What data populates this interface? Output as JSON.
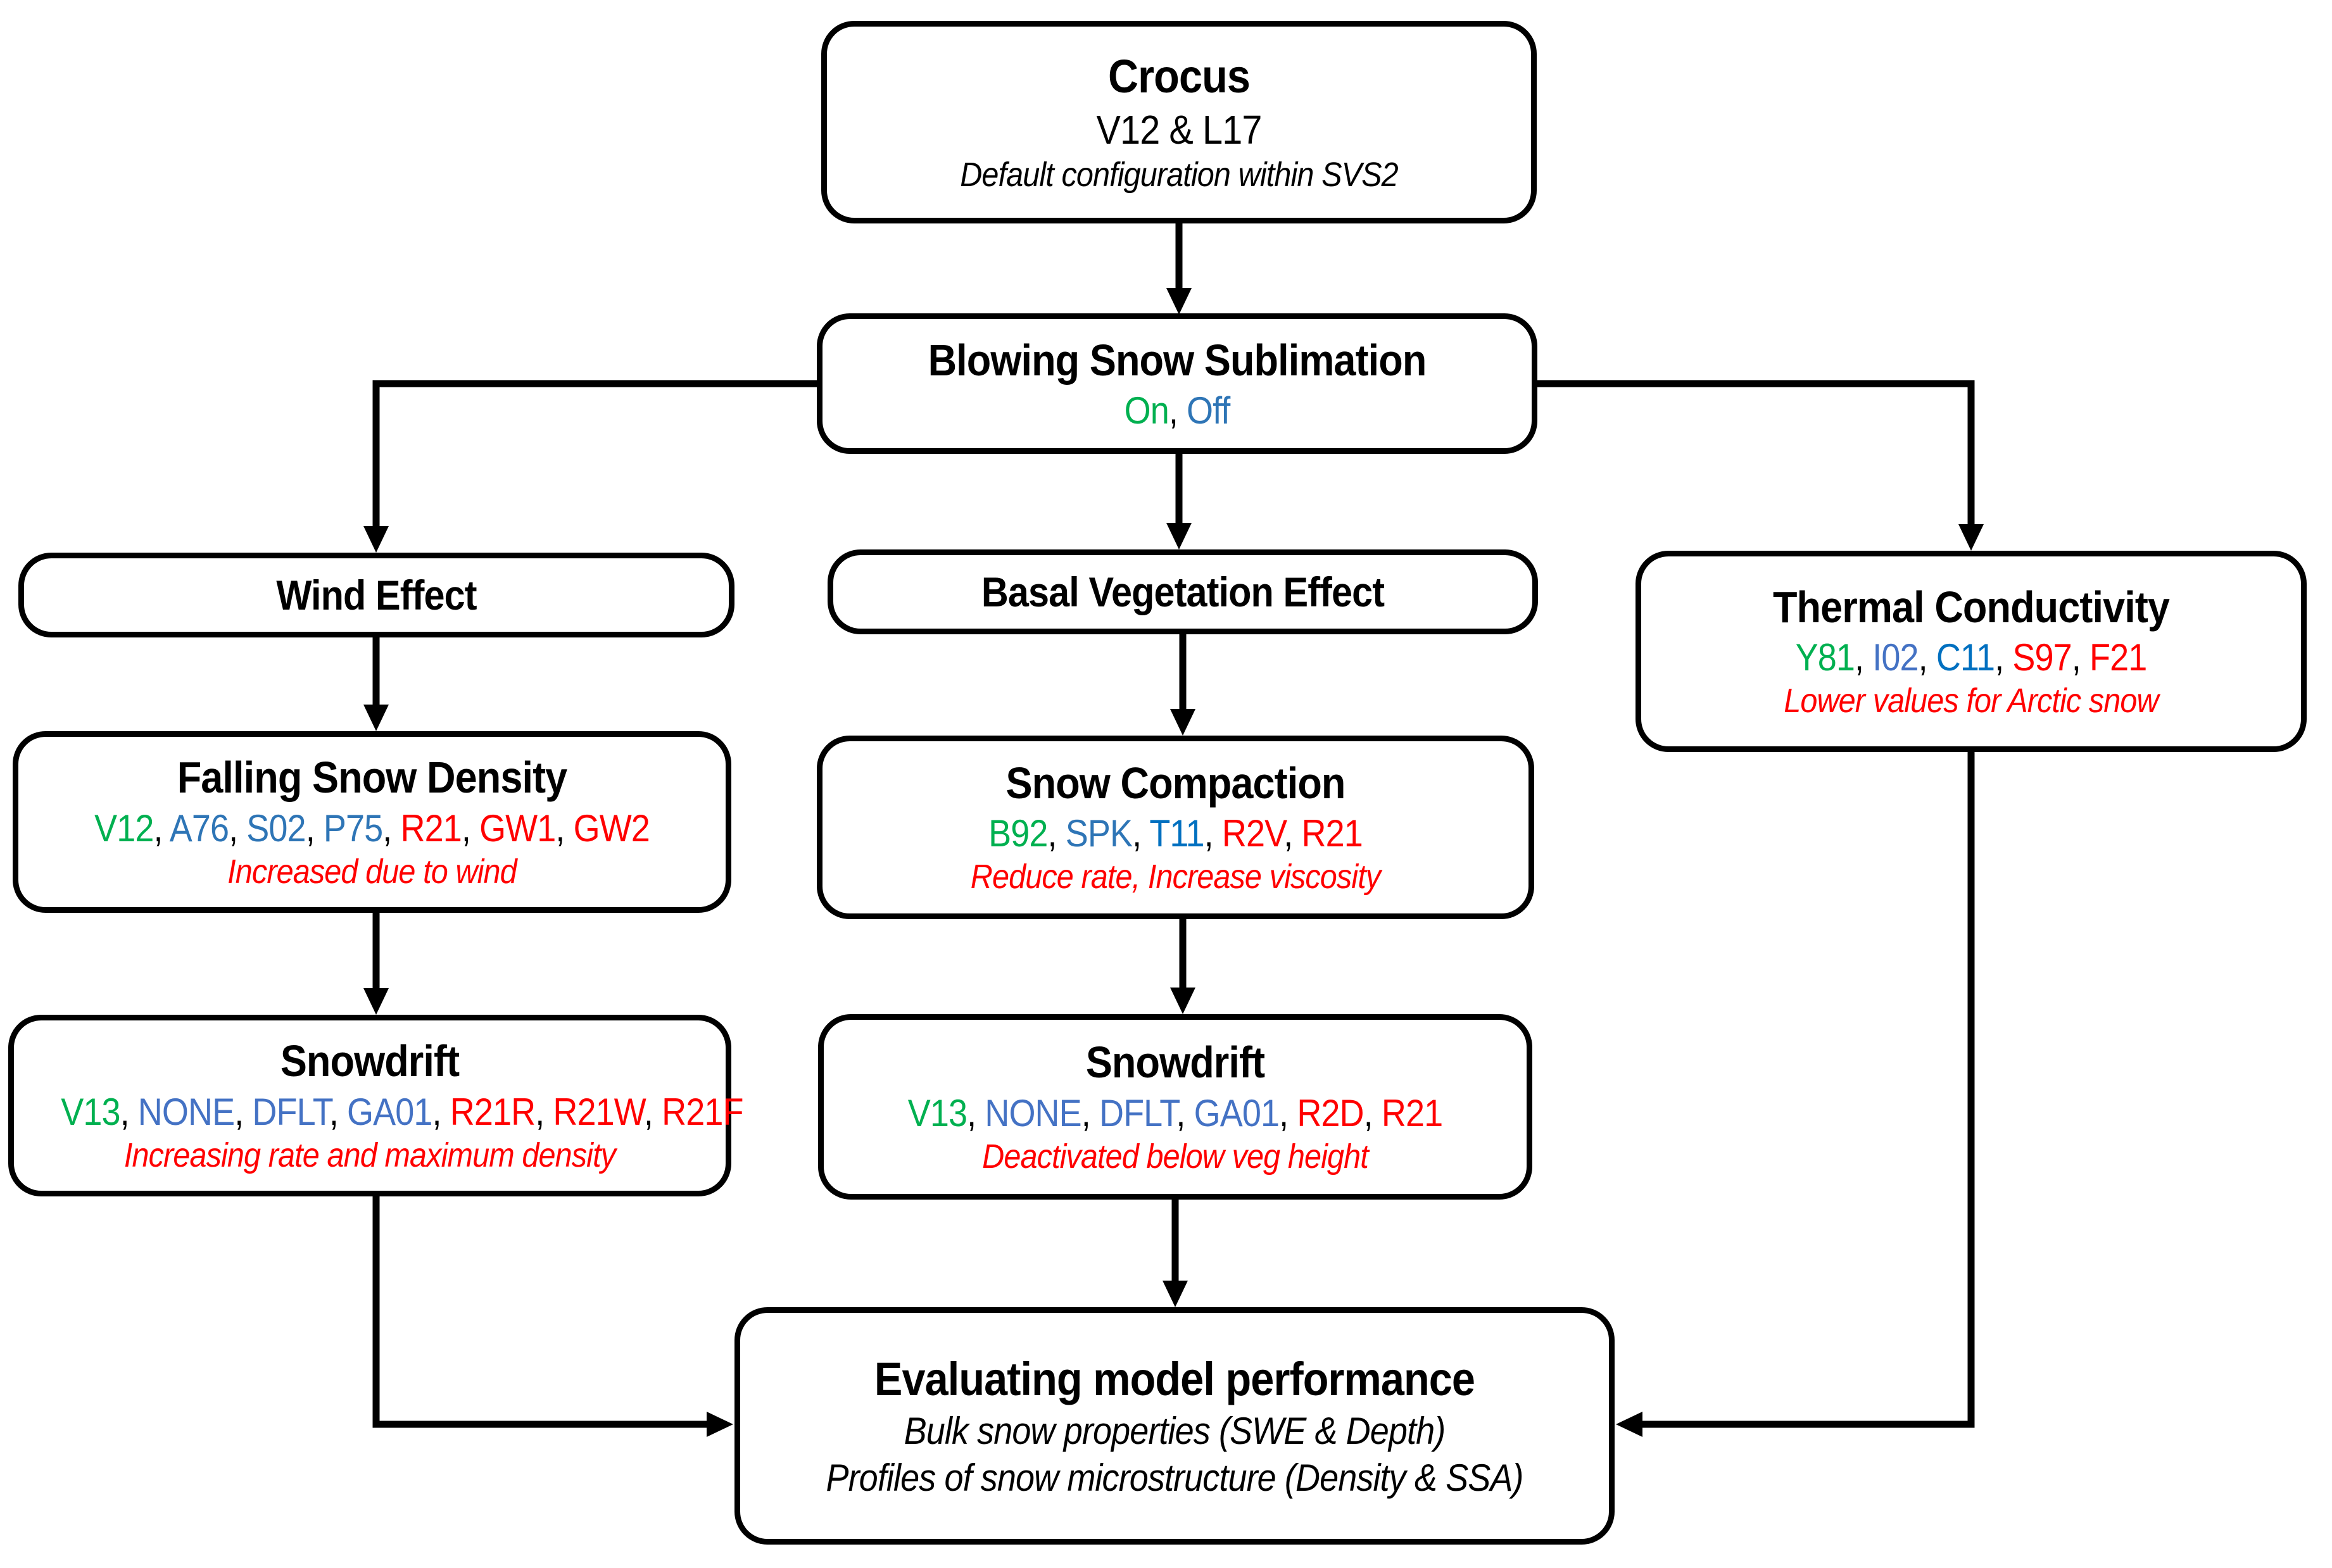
{
  "colors": {
    "green": "#00B050",
    "blue": "#2E75B6",
    "blue_light": "#4472C4",
    "blue_bright": "#0070C0",
    "red": "#FF0000",
    "black": "#000000"
  },
  "nodes": {
    "crocus": {
      "title": "Crocus",
      "subtitle": "V12 & L17",
      "caption": "Default configuration within SVS2"
    },
    "blowing_snow_sublimation": {
      "title": "Blowing Snow Sublimation",
      "options": [
        {
          "text": "On",
          "color": "green"
        },
        {
          "text": "Off",
          "color": "blue"
        }
      ]
    },
    "wind_effect": {
      "title": "Wind Effect"
    },
    "basal_vegetation_effect": {
      "title": "Basal Vegetation Effect"
    },
    "thermal_conductivity": {
      "title": "Thermal Conductivity",
      "options": [
        {
          "text": "Y81",
          "color": "green"
        },
        {
          "text": "I02",
          "color": "blue_light"
        },
        {
          "text": "C11",
          "color": "blue_bright"
        },
        {
          "text": "S97",
          "color": "red"
        },
        {
          "text": "F21",
          "color": "red"
        }
      ],
      "caption": "Lower values for Arctic snow"
    },
    "falling_snow_density": {
      "title": "Falling Snow Density",
      "options": [
        {
          "text": "V12",
          "color": "green"
        },
        {
          "text": "A76",
          "color": "blue"
        },
        {
          "text": "S02",
          "color": "blue"
        },
        {
          "text": "P75",
          "color": "blue"
        },
        {
          "text": "R21",
          "color": "red"
        },
        {
          "text": "GW1",
          "color": "red"
        },
        {
          "text": "GW2",
          "color": "red"
        }
      ],
      "caption": "Increased due to wind"
    },
    "snow_compaction": {
      "title": "Snow Compaction",
      "options": [
        {
          "text": "B92",
          "color": "green"
        },
        {
          "text": "SPK",
          "color": "blue"
        },
        {
          "text": "T11",
          "color": "blue_bright"
        },
        {
          "text": "R2V",
          "color": "red"
        },
        {
          "text": "R21",
          "color": "red"
        }
      ],
      "caption": "Reduce rate, Increase viscosity"
    },
    "snowdrift_wind": {
      "title": "Snowdrift",
      "options": [
        {
          "text": "V13",
          "color": "green"
        },
        {
          "text": "NONE",
          "color": "blue_light"
        },
        {
          "text": "DFLT",
          "color": "blue_light"
        },
        {
          "text": "GA01",
          "color": "blue_light"
        },
        {
          "text": "R21R",
          "color": "red"
        },
        {
          "text": "R21W",
          "color": "red"
        },
        {
          "text": "R21F",
          "color": "red"
        }
      ],
      "caption": "Increasing rate and maximum density"
    },
    "snowdrift_veg": {
      "title": "Snowdrift",
      "options": [
        {
          "text": "V13",
          "color": "green"
        },
        {
          "text": "NONE",
          "color": "blue_light"
        },
        {
          "text": "DFLT",
          "color": "blue_light"
        },
        {
          "text": "GA01",
          "color": "blue_light"
        },
        {
          "text": "R2D",
          "color": "red"
        },
        {
          "text": "R21",
          "color": "red"
        }
      ],
      "caption": "Deactivated below veg height"
    },
    "evaluation": {
      "title": "Evaluating model performance",
      "caption1": "Bulk snow properties (SWE & Depth)",
      "caption2": "Profiles of snow microstructure (Density & SSA)"
    }
  }
}
